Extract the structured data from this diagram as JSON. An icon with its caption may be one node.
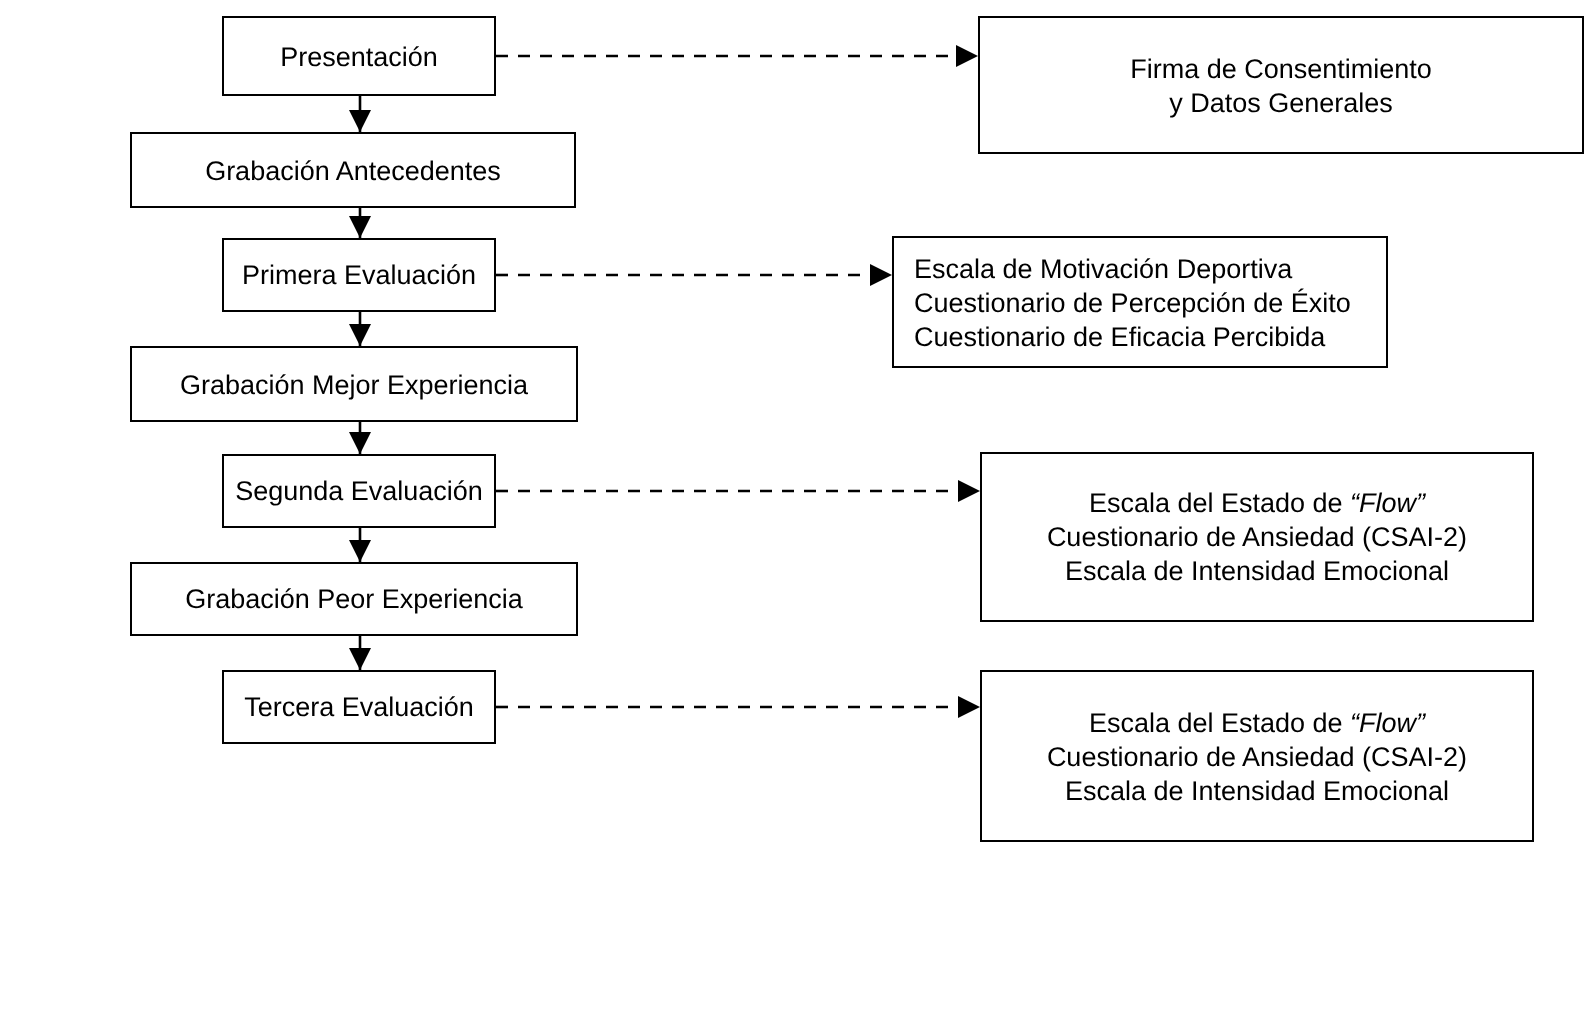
{
  "diagram": {
    "nodes": [
      {
        "text": [
          "Presentación"
        ]
      },
      {
        "text": [
          "Grabación Antecedentes"
        ]
      },
      {
        "text": [
          "Primera Evaluación"
        ]
      },
      {
        "text": [
          "Grabación Mejor Experiencia"
        ]
      },
      {
        "text": [
          "Segunda Evaluación"
        ]
      },
      {
        "text": [
          "Grabación Peor Experiencia"
        ]
      },
      {
        "text": [
          "Tercera Evaluación"
        ]
      },
      {
        "text": [
          "Firma de Consentimiento y Datos Generales"
        ]
      },
      {
        "text": [
          "Escala de Motivación Deportiva",
          "Cuestionario de Percepción de Éxito",
          "Cuestionario de Eficacia Percibida"
        ]
      },
      {
        "text": [
          "Escala del Estado de *“Flow”*",
          "Cuestionario de Ansiedad (CSAI-2)",
          "Escala de Intensidad Emocional"
        ]
      },
      {
        "text": [
          "Escala del Estado de *“Flow”*",
          "Cuestionario de Ansiedad (CSAI-2)",
          "Escala de Intensidad Emocional"
        ]
      }
    ],
    "edges": [
      {
        "from": 0,
        "to": 1,
        "arrow": "to"
      },
      {
        "from": 1,
        "to": 2,
        "arrow": "to"
      },
      {
        "from": 2,
        "to": 3,
        "arrow": "to"
      },
      {
        "from": 3,
        "to": 4,
        "arrow": "to"
      },
      {
        "from": 4,
        "to": 5,
        "arrow": "to"
      },
      {
        "from": 5,
        "to": 6,
        "arrow": "to"
      },
      {
        "from": 0,
        "to": 7,
        "arrow": "to",
        "style": "dashed"
      },
      {
        "from": 2,
        "to": 8,
        "arrow": "to",
        "style": "dashed"
      },
      {
        "from": 4,
        "to": 9,
        "arrow": "to",
        "style": "dashed"
      },
      {
        "from": 6,
        "to": 10,
        "arrow": "to",
        "style": "dashed"
      }
    ]
  }
}
